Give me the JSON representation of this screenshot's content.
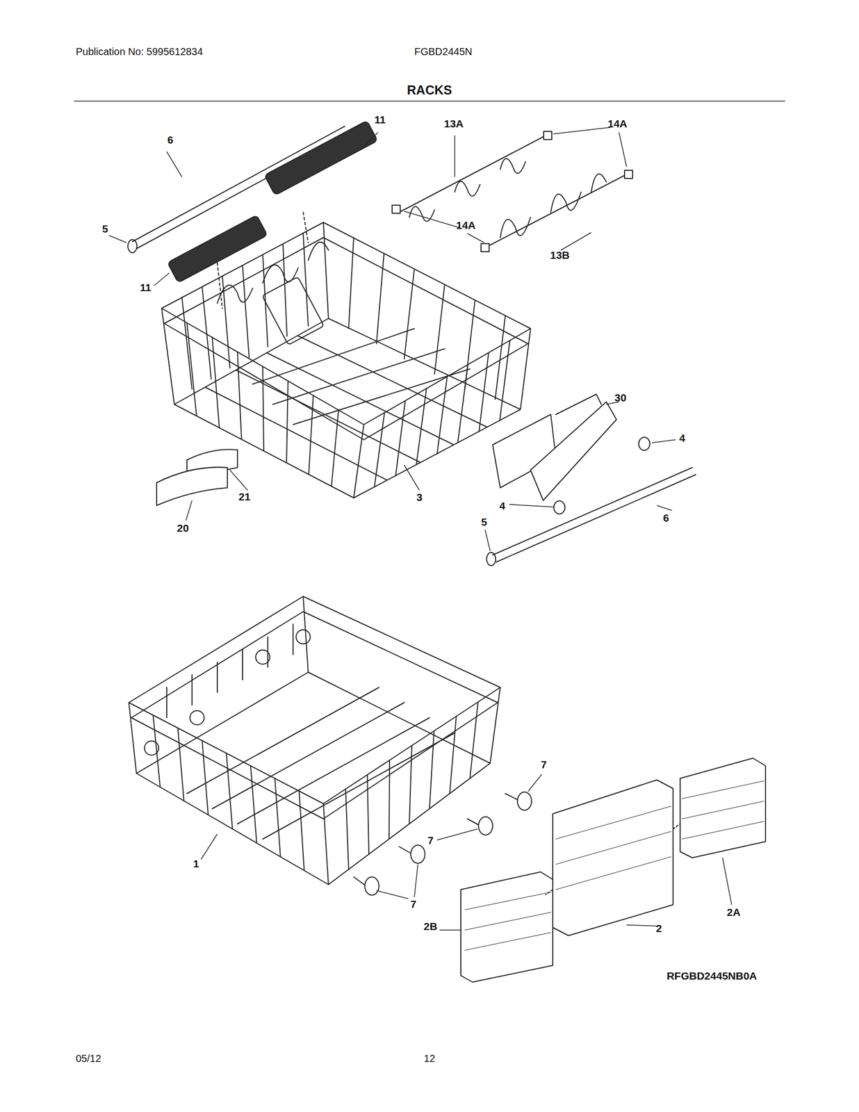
{
  "diagram": {
    "title": "RACKS",
    "labels": [
      "Publication No: 5995612834",
      "FGBD2445N",
      "11",
      "6",
      "5",
      "11",
      "13A",
      "14A",
      "14A",
      "13B",
      "30",
      "4",
      "4",
      "6",
      "5",
      "3",
      "21",
      "20",
      "7",
      "7",
      "7",
      "1",
      "2A",
      "2",
      "2B",
      "RFGBD2445NB0A",
      "05/12",
      "12"
    ]
  }
}
